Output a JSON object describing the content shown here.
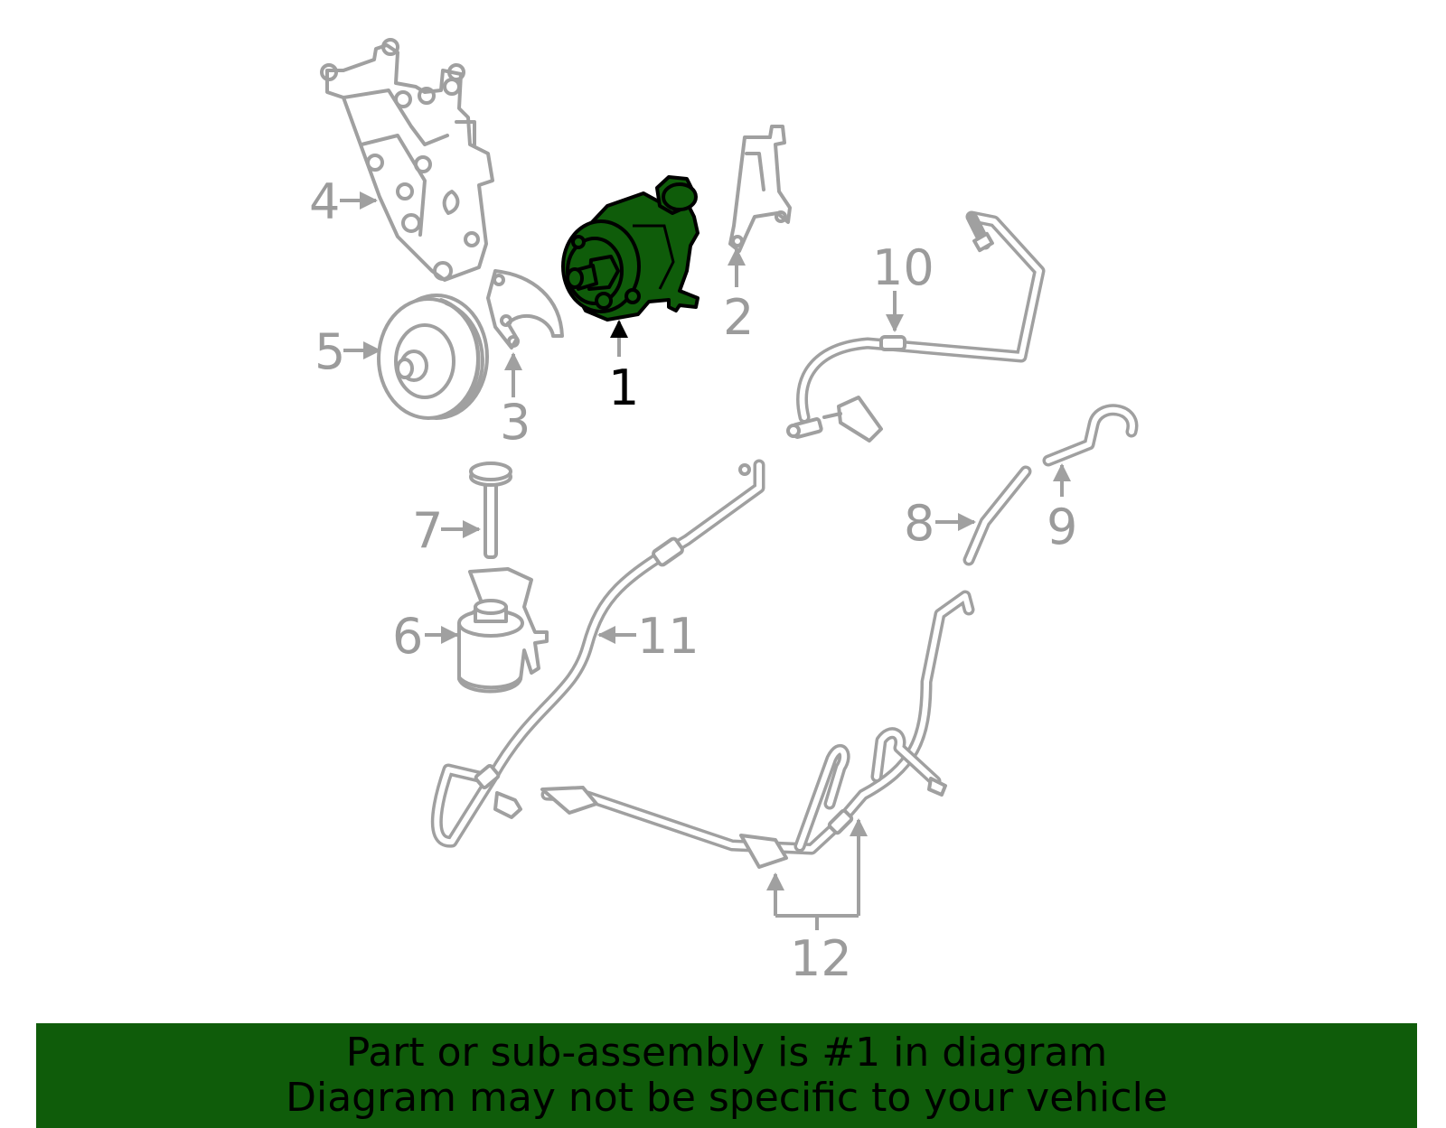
{
  "colors": {
    "highlight": "#0f5c0a",
    "part_outline": "#a0a0a0",
    "callout": "#9b9b9b",
    "active_callout": "#000000"
  },
  "callouts": {
    "c1": "1",
    "c2": "2",
    "c3": "3",
    "c4": "4",
    "c5": "5",
    "c6": "6",
    "c7": "7",
    "c8": "8",
    "c9": "9",
    "c10": "10",
    "c11": "11",
    "c12": "12"
  },
  "highlighted_part": "1",
  "banner": {
    "line1": "Part or sub-assembly is #1 in diagram",
    "line2": "Diagram may not be specific to your vehicle"
  }
}
